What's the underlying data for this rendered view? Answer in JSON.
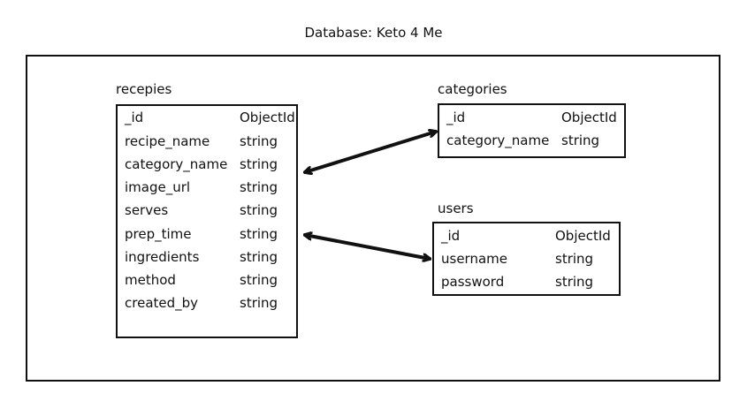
{
  "title": "Database: Keto 4 Me",
  "collections": {
    "recepies": {
      "name": "recepies",
      "fields": [
        {
          "name": "_id",
          "type": "ObjectId"
        },
        {
          "name": "recipe_name",
          "type": "string"
        },
        {
          "name": "category_name",
          "type": "string"
        },
        {
          "name": "image_url",
          "type": "string"
        },
        {
          "name": "serves",
          "type": "string"
        },
        {
          "name": "prep_time",
          "type": "string"
        },
        {
          "name": "ingredients",
          "type": "string"
        },
        {
          "name": "method",
          "type": "string"
        },
        {
          "name": "created_by",
          "type": "string"
        }
      ]
    },
    "categories": {
      "name": "categories",
      "fields": [
        {
          "name": "_id",
          "type": "ObjectId"
        },
        {
          "name": "category_name",
          "type": "string"
        }
      ]
    },
    "users": {
      "name": "users",
      "fields": [
        {
          "name": "_id",
          "type": "ObjectId"
        },
        {
          "name": "username",
          "type": "string"
        },
        {
          "name": "password",
          "type": "string"
        }
      ]
    }
  },
  "relations": [
    {
      "from": "recepies",
      "to": "categories",
      "direction": "both"
    },
    {
      "from": "recepies",
      "to": "users",
      "direction": "both"
    }
  ],
  "colors": {
    "stroke": "#111111",
    "background": "#ffffff"
  }
}
